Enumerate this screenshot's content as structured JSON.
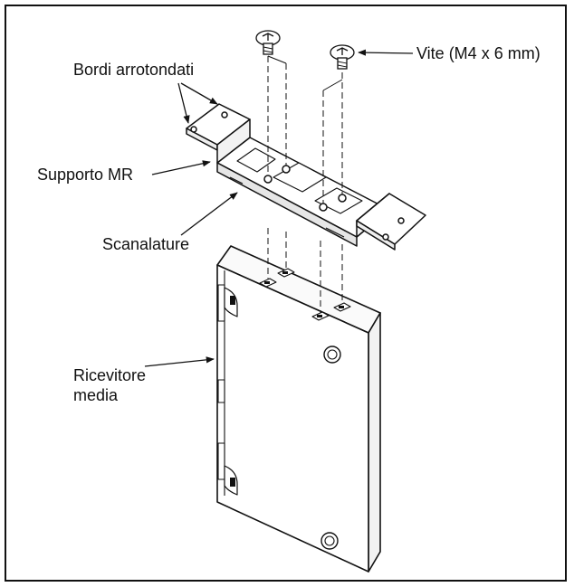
{
  "labels": {
    "vite": "Vite (M4 x 6 mm)",
    "bordi": "Bordi arrotondati",
    "supporto": "Supporto MR",
    "scanalature": "Scanalature",
    "ricevitore_line1": "Ricevitore",
    "ricevitore_line2": "media"
  },
  "colors": {
    "ink": "#111111",
    "background": "#ffffff"
  }
}
